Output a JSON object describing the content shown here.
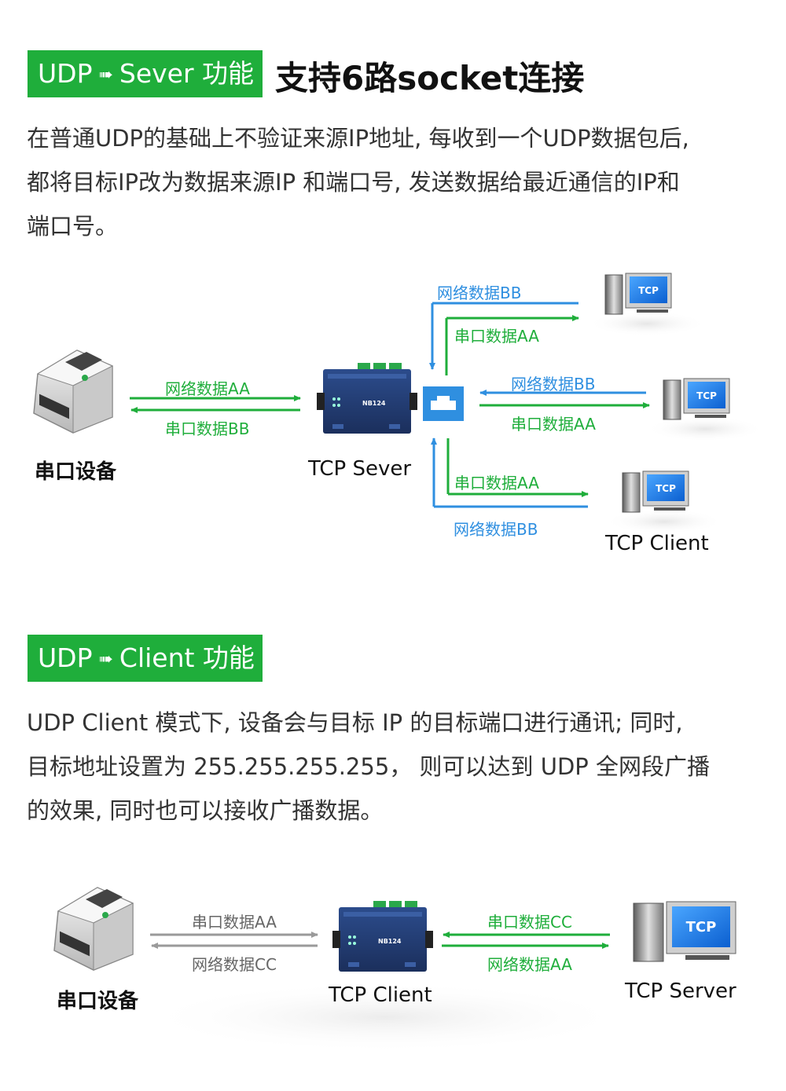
{
  "section1": {
    "badge_part1": "UDP",
    "badge_arrow": "➠",
    "badge_part2": "Sever 功能",
    "headline": "支持6路socket连接",
    "para_lines": [
      "在普通UDP的基础上不验证来源IP地址, 每收到一个UDP数据包后,",
      "都将目标IP改为数据来源IP 和端口号, 发送数据给最近通信的IP和",
      "端口号。"
    ],
    "diagram": {
      "device_label": "串口设备",
      "server_label": "TCP Sever",
      "client_label": "TCP Client",
      "left_top_label": "网络数据AA",
      "left_bottom_label": "串口数据BB",
      "r1_top_label": "网络数据BB",
      "r1_bottom_label": "串口数据AA",
      "r2_top_label": "网络数据BB",
      "r2_bottom_label": "串口数据AA",
      "r3_top_label": "串口数据AA",
      "r3_bottom_label": "网络数据BB",
      "pc_screen_text": "TCP",
      "device_brand": "NB124"
    }
  },
  "section2": {
    "badge_part1": "UDP",
    "badge_arrow": "➠",
    "badge_part2": "Client 功能",
    "para_lines": [
      "UDP Client 模式下, 设备会与目标 IP 的目标端口进行通讯; 同时,",
      "目标地址设置为 255.255.255.255，  则可以达到 UDP 全网段广播",
      "的效果, 同时也可以接收广播数据。"
    ],
    "diagram": {
      "device_label": "串口设备",
      "client_label": "TCP Client",
      "server_label": "TCP Server",
      "left_top_label": "串口数据AA",
      "left_bottom_label": "网络数据CC",
      "right_top_label": "串口数据CC",
      "right_bottom_label": "网络数据AA",
      "pc_screen_text": "TCP",
      "device_brand": "NB124"
    }
  },
  "colors": {
    "accent_green": "#1fae3b",
    "arrow_blue": "#2f8fe0",
    "arrow_gray": "#9a9a9a"
  }
}
